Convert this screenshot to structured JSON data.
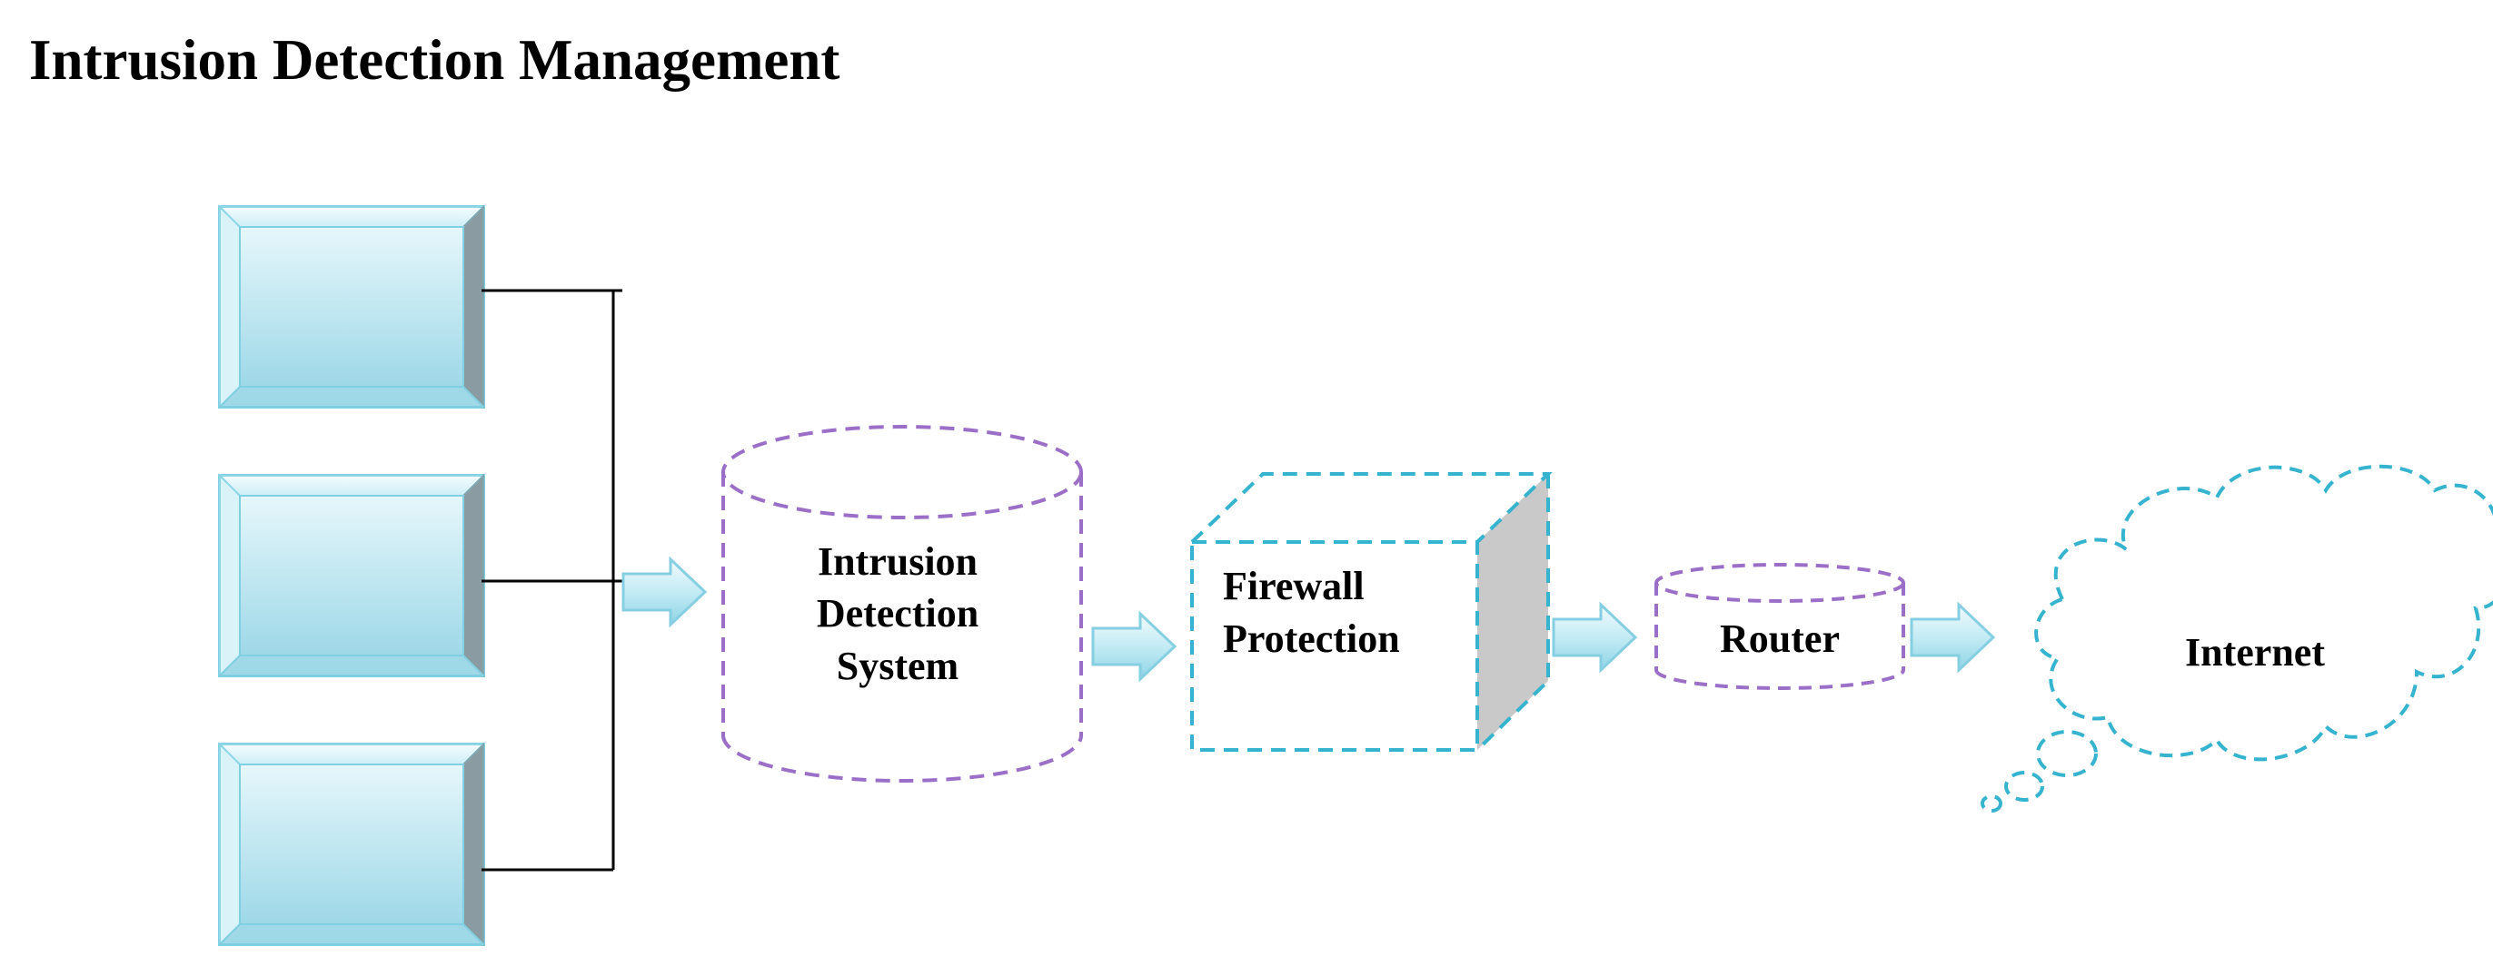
{
  "title": "Intrusion Detection Management",
  "nodes": {
    "ids": {
      "line1": "Intrusion",
      "line2": "Detection",
      "line3": "System",
      "outline_color": "#9b6fc7"
    },
    "firewall": {
      "line1": "Firewall",
      "line2": "Protection",
      "outline_color": "#36b3cf",
      "side_color": "#c9c9c9"
    },
    "router": {
      "label": "Router",
      "outline_color": "#9b6fc7"
    },
    "internet": {
      "label": "Internet",
      "outline_color": "#36b3cf"
    }
  },
  "computers": {
    "count": 3,
    "fill_light": "#e6f7fb",
    "fill_dark": "#9ed8e8",
    "edge_color": "#7fd0e2"
  },
  "arrows": {
    "color_light": "#e4f6fb",
    "color_dark": "#8fd4e6"
  },
  "connector_color": "#000000"
}
